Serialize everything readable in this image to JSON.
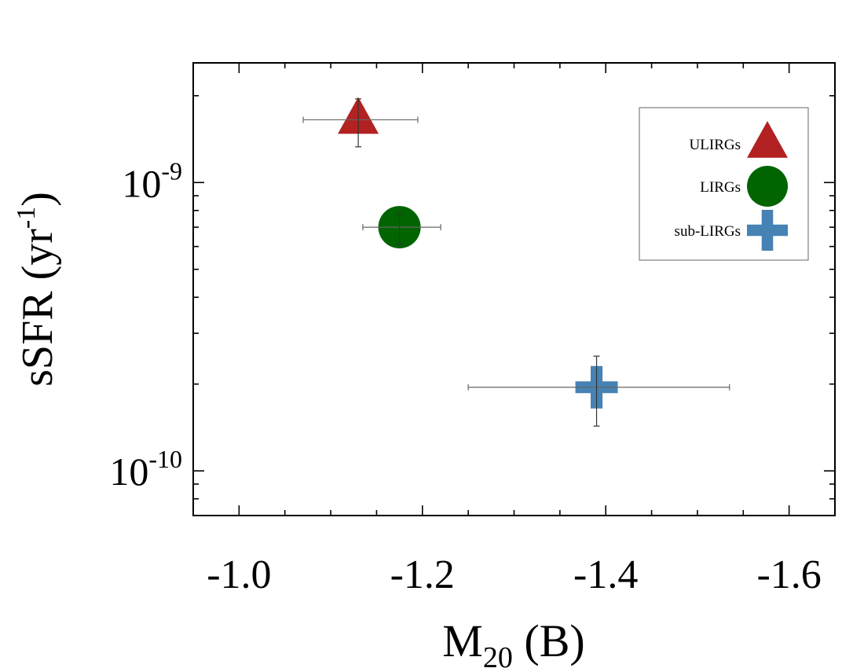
{
  "chart_data": {
    "type": "scatter",
    "title": "",
    "xlabel": {
      "main": "M",
      "sub": "20",
      "rest": " (B)"
    },
    "ylabel": {
      "main": "sSFR (yr",
      "sup": "-1",
      "rest": ")"
    },
    "x_scale": "linear",
    "x_reversed": true,
    "xlim": [
      -0.95,
      -1.65
    ],
    "x_ticks": [
      {
        "value": -1.0,
        "label": "-1.0"
      },
      {
        "value": -1.2,
        "label": "-1.2"
      },
      {
        "value": -1.4,
        "label": "-1.4"
      },
      {
        "value": -1.6,
        "label": "-1.6"
      }
    ],
    "y_scale": "log",
    "ylim": [
      7e-11,
      2.6e-09
    ],
    "y_ticks": [
      {
        "value": 1e-10,
        "base": "10",
        "exp": "-10"
      },
      {
        "value": 1e-09,
        "base": "10",
        "exp": "-9"
      }
    ],
    "grid": false,
    "legend_position": "top-right",
    "series": [
      {
        "name": "ULIRGs",
        "marker": "triangle",
        "color": "#b22222",
        "x": -1.13,
        "y": 1.65e-09,
        "x_err": [
          -1.07,
          -1.195
        ],
        "y_err": [
          1.33e-09,
          1.95e-09
        ]
      },
      {
        "name": "LIRGs",
        "marker": "circle",
        "color": "#006400",
        "x": -1.175,
        "y": 7e-10,
        "x_err": [
          -1.135,
          -1.22
        ],
        "y_err": [
          6.1e-10,
          7.8e-10
        ]
      },
      {
        "name": "sub-LIRGs",
        "marker": "plus",
        "color": "#4682b4",
        "x": -1.39,
        "y": 1.95e-10,
        "x_err": [
          -1.25,
          -1.535
        ],
        "y_err": [
          1.43e-10,
          2.5e-10
        ]
      }
    ]
  }
}
